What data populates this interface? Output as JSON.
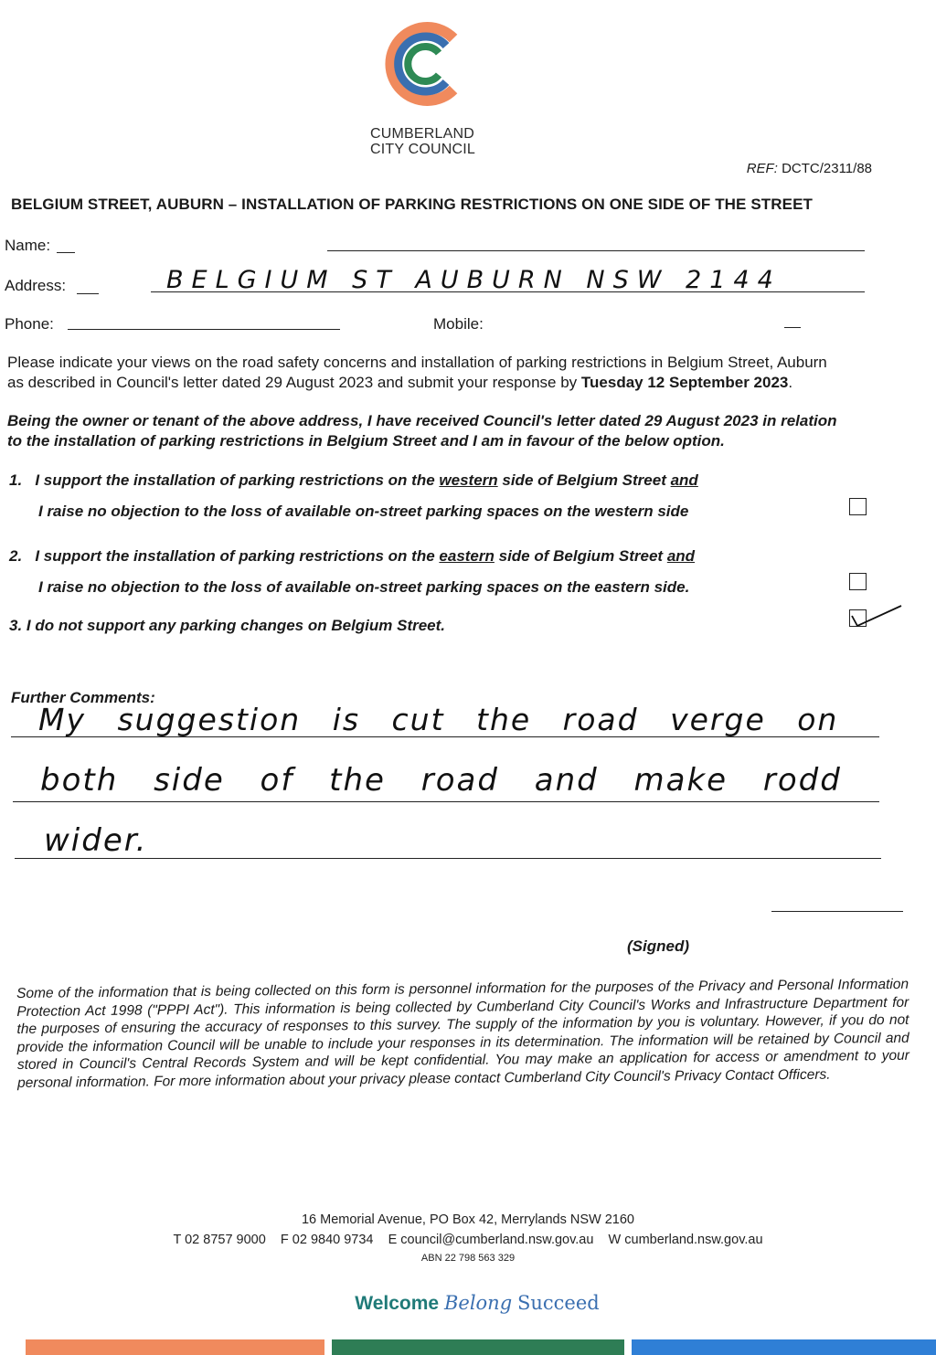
{
  "logo": {
    "org_line1": "CUMBERLAND",
    "org_line2": "CITY COUNCIL"
  },
  "ref": {
    "label": "REF:",
    "value": "DCTC/2311/88"
  },
  "title": "BELGIUM STREET, AUBURN – INSTALLATION OF PARKING RESTRICTIONS ON ONE SIDE OF THE STREET",
  "fields": {
    "name_label": "Name:",
    "address_label": "Address:",
    "address_value": "BELGIUM ST AUBURN NSW 2144",
    "phone_label": "Phone:",
    "mobile_label": "Mobile:"
  },
  "intro": {
    "line1": "Please indicate your views on the road safety concerns and installation of parking restrictions in Belgium Street, Auburn",
    "line2_pre": "as described in Council's letter dated 29 August 2023 and submit your response by ",
    "line2_bold": "Tuesday 12 September 2023",
    "line2_post": "."
  },
  "declaration": {
    "line1": "Being the owner or tenant of the above address, I have received Council's letter dated 29 August 2023 in relation",
    "line2": "to the installation of parking restrictions in Belgium Street and I am in favour of the below option."
  },
  "options": [
    {
      "num": "1.",
      "a_pre": "I support the installation of parking restrictions on the ",
      "a_u": "western",
      "a_mid": " side of Belgium Street ",
      "a_and": "and",
      "b": "I raise no objection to the loss of available on-street parking spaces on the western side",
      "checked": false
    },
    {
      "num": "2.",
      "a_pre": "I support the installation of parking restrictions on the ",
      "a_u": "eastern",
      "a_mid": " side of Belgium Street ",
      "a_and": "and",
      "b": "I raise no objection to the loss of available on-street parking spaces on the eastern side.",
      "checked": false
    },
    {
      "num": "3.",
      "a_pre": "I do not support any parking changes on Belgium Street.",
      "checked": true
    }
  ],
  "comments": {
    "label": "Further Comments:",
    "line1": "My suggestion is cut the road verge on",
    "line2": "both side of the road and make rodd",
    "line3": "wider."
  },
  "signed_label": "(Signed)",
  "privacy": "Some of the information that is being collected on this form is personnel information for the purposes of the Privacy and Personal Information Protection Act 1998 (\"PPPI Act\"). This information is being collected by Cumberland City Council's Works and Infrastructure Department for the purposes of ensuring the accuracy of responses to this survey. The supply of the information by you is voluntary. However, if you do not provide the information Council will be unable to include your responses in its determination. The information will be retained by Council and stored in Council's Central Records System and will be kept confidential. You may make an application for access or amendment to your personal information. For more information about your privacy please contact Cumberland City Council's Privacy Contact Officers.",
  "footer": {
    "address": "16 Memorial Avenue, PO Box 42, Merrylands NSW 2160",
    "contact": "T 02 8757 9000    F 02 9840 9734    E council@cumberland.nsw.gov.au    W cumberland.nsw.gov.au",
    "abn": "ABN 22 798 563 329"
  },
  "tagline": {
    "w1": "Welcome",
    "w2": "Belong",
    "w3": "Succeed"
  },
  "colors": {
    "orange": "#f08a5d",
    "green": "#2e7d55",
    "blue": "#2f7fd6",
    "teal": "#1f7a78"
  }
}
